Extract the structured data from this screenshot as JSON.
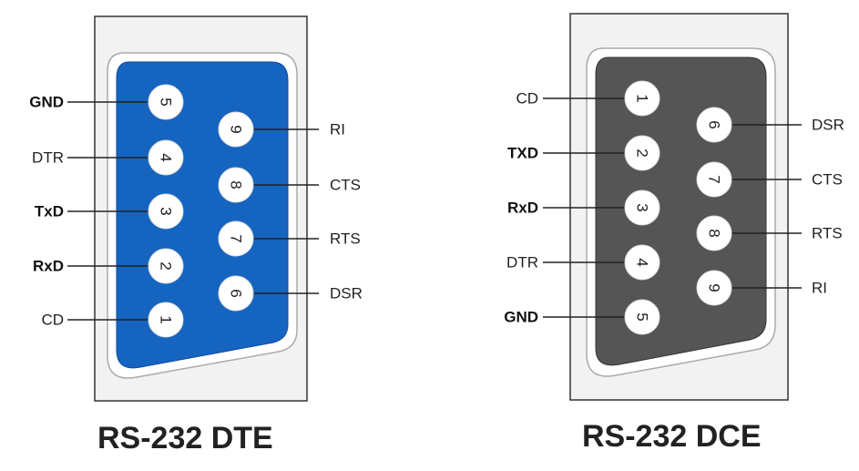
{
  "connectors": [
    {
      "title": "RS-232 DTE",
      "shell_color": "#1565c0",
      "left_labels": [
        "GND",
        "DTR",
        "TxD",
        "RxD",
        "CD"
      ],
      "left_bold": [
        true,
        false,
        true,
        true,
        false
      ],
      "left_pins": [
        "5",
        "4",
        "3",
        "2",
        "1"
      ],
      "right_labels": [
        "RI",
        "CTS",
        "RTS",
        "DSR"
      ],
      "right_bold": [
        false,
        false,
        false,
        false
      ],
      "right_pins": [
        "9",
        "8",
        "7",
        "6"
      ]
    },
    {
      "title": "RS-232 DCE",
      "shell_color": "#555555",
      "left_labels": [
        "CD",
        "TXD",
        "RxD",
        "DTR",
        "GND"
      ],
      "left_bold": [
        false,
        true,
        true,
        false,
        true
      ],
      "left_pins": [
        "1",
        "2",
        "3",
        "4",
        "5"
      ],
      "right_labels": [
        "DSR",
        "CTS",
        "RTS",
        "RI"
      ],
      "right_bold": [
        false,
        false,
        false,
        false
      ],
      "right_pins": [
        "6",
        "7",
        "8",
        "9"
      ]
    }
  ]
}
